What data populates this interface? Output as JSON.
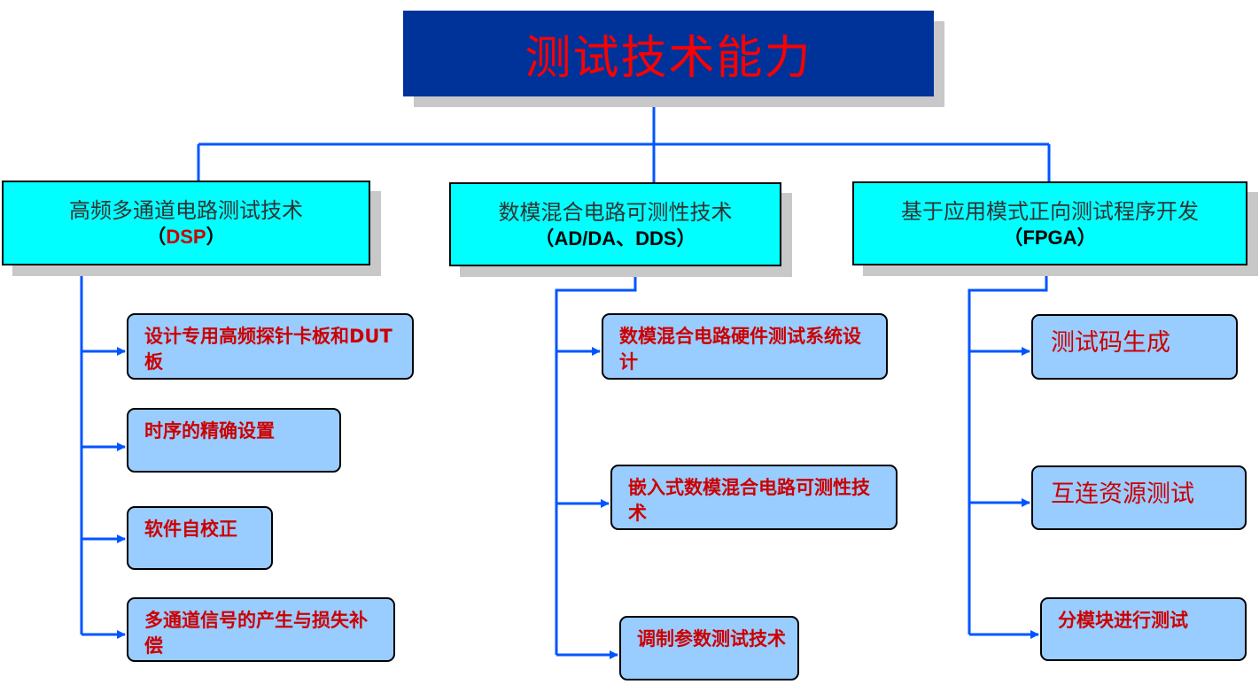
{
  "title": "测试技术能力",
  "colors": {
    "title_bg": "#003399",
    "title_text": "#ff0000",
    "category_bg": "#00ffff",
    "leaf_bg": "#99ccff",
    "leaf_text": "#cc0000",
    "connector": "#0055ff"
  },
  "categories": [
    {
      "label": "高频多通道电路测试技术",
      "code": "DSP",
      "items": [
        "设计专用高频探针卡板和DUT板",
        "时序的精确设置",
        "软件自校正",
        "多通道信号的产生与损失补偿"
      ]
    },
    {
      "label": "数模混合电路可测性技术",
      "code": "AD/DA、DDS",
      "items": [
        "数模混合电路硬件测试系统设计",
        "嵌入式数模混合电路可测性技术",
        "调制参数测试技术"
      ]
    },
    {
      "label": "基于应用模式正向测试程序开发",
      "code": "FPGA",
      "items": [
        "测试码生成",
        "互连资源测试",
        "分模块进行测试"
      ]
    }
  ]
}
